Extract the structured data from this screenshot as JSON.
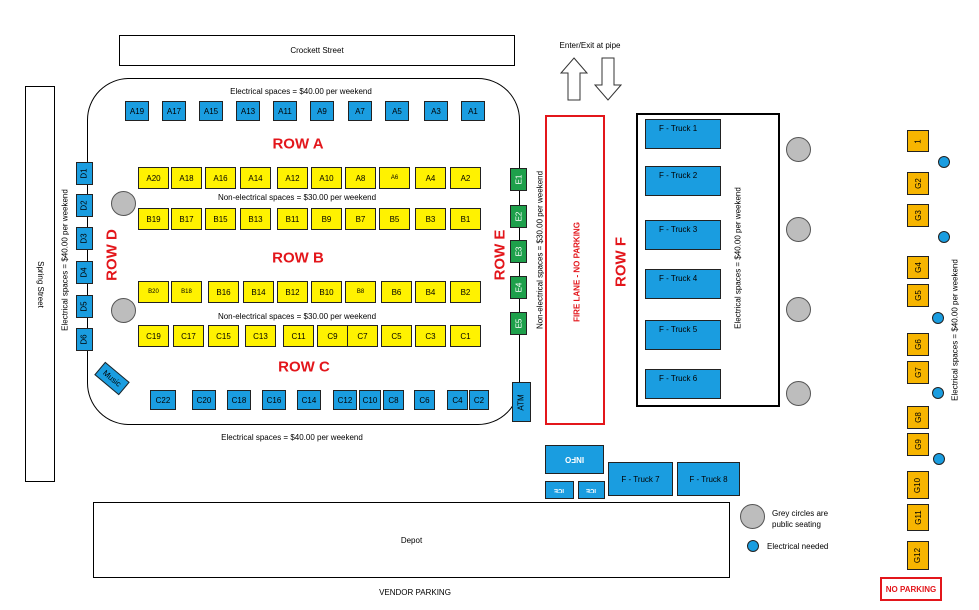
{
  "streets": {
    "north": "Crockett Street",
    "west": "Spring Street",
    "south": "VENDOR PARKING"
  },
  "entry": "Enter/Exit at pipe",
  "pricing": {
    "elec_a": "Electrical spaces = $40.00 per weekend",
    "nonelec_ab": "Non-electrical spaces = $30.00 per weekend",
    "nonelec_bc": "Non-electrical spaces = $30.00 per weekend",
    "elec_c": "Electrical spaces = $40.00 per weekend",
    "elec_d": "Electrical spaces = $40.00 per weekend",
    "nonelec_e": "Non-electrical spaces = $30.00 per weekend",
    "elec_f": "Electrical spaces = $40.00 per weekend",
    "elec_g": "Electrical spaces = $40.00 per weekend"
  },
  "rows": {
    "a": "ROW A",
    "b": "ROW B",
    "c": "ROW C",
    "d": "ROW D",
    "e": "ROW E",
    "f": "ROW F"
  },
  "fire_lane": "FIRE LANE - NO PARKING",
  "no_parking": "NO PARKING",
  "depot": "Depot",
  "atm": "ATM",
  "info": "INFO",
  "ice": "ICE",
  "music": "Music",
  "legend": {
    "grey_line1": "Grey circles are",
    "grey_line2": "public seating",
    "blue": "Electrical needed"
  },
  "stalls": {
    "a_top": [
      "A19",
      "A17",
      "A15",
      "A13",
      "A11",
      "A9",
      "A7",
      "A5",
      "A3",
      "A1"
    ],
    "a_yellow": [
      "A20",
      "A18",
      "A16",
      "A14",
      "A12",
      "A10",
      "A8",
      "A6",
      "A4",
      "A2"
    ],
    "b_top": [
      "B19",
      "B17",
      "B15",
      "B13",
      "B11",
      "B9",
      "B7",
      "B5",
      "B3",
      "B1"
    ],
    "b_bottom": [
      "B20",
      "B18",
      "B16",
      "B14",
      "B12",
      "B10",
      "B8",
      "B6",
      "B4",
      "B2"
    ],
    "c_yellow": [
      "C19",
      "C17",
      "C15",
      "C13",
      "C11",
      "C9",
      "C7",
      "C5",
      "C3",
      "C1"
    ],
    "c_blue": [
      "C22",
      "C20",
      "C18",
      "C16",
      "C14",
      "C12",
      "C10",
      "C8",
      "C6",
      "C4",
      "C2"
    ],
    "d": [
      "D1",
      "D2",
      "D3",
      "D4",
      "D5",
      "D6"
    ],
    "e": [
      "E1",
      "E2",
      "E3",
      "E4",
      "E5"
    ],
    "g": [
      "1",
      "G2",
      "G3",
      "G4",
      "G5",
      "G6",
      "G7",
      "G8",
      "G9",
      "G10",
      "G11",
      "G12"
    ],
    "trucks": [
      "F - Truck 1",
      "F - Truck 2",
      "F - Truck 3",
      "F - Truck 4",
      "F - Truck 5",
      "F - Truck 6"
    ],
    "truck7": "F - Truck 7",
    "truck8": "F - Truck 8"
  }
}
